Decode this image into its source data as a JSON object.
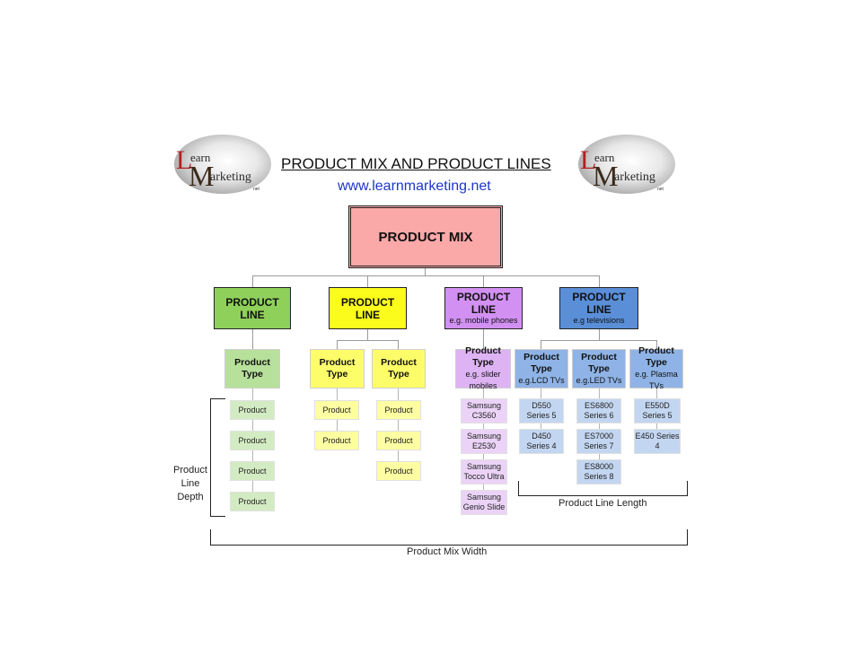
{
  "header": {
    "title": "PRODUCT MIX AND PRODUCT LINES",
    "website": "www.learnmarketing.net",
    "logo_text": {
      "l": "L",
      "m": "M",
      "learn": "earn",
      "marketing": "arketing",
      "ltd": "net"
    }
  },
  "root": {
    "label": "PRODUCT MIX",
    "color": "#fba8a8"
  },
  "product_lines": [
    {
      "label": "PRODUCT LINE",
      "sub": "",
      "color": "#8fd05a"
    },
    {
      "label": "PRODUCT LINE",
      "sub": "",
      "color": "#fbfb1c"
    },
    {
      "label": "PRODUCT LINE",
      "sub": "e.g. mobile phones",
      "color": "#d291f2"
    },
    {
      "label": "PRODUCT LINE",
      "sub": "e.g televisions",
      "color": "#5a8fd8"
    }
  ],
  "product_types": [
    {
      "label": "Product Type",
      "sub": "",
      "line": 0,
      "color": "#b7e09a"
    },
    {
      "label": "Product Type",
      "sub": "",
      "line": 1,
      "color": "#fdfd6a"
    },
    {
      "label": "Product Type",
      "sub": "",
      "line": 1,
      "color": "#fdfd6a"
    },
    {
      "label": "Product Type",
      "sub": "e.g. slider mobiles",
      "line": 2,
      "color": "#ddb3f3"
    },
    {
      "label": "Product Type",
      "sub": "e.g.LCD TVs",
      "line": 3,
      "color": "#8fb3e6"
    },
    {
      "label": "Product Type",
      "sub": "e.g.LED TVs",
      "line": 3,
      "color": "#8fb3e6"
    },
    {
      "label": "Product Type",
      "sub": "e.g. Plasma TVs",
      "line": 3,
      "color": "#8fb3e6"
    }
  ],
  "products": [
    [
      "Product",
      "Product",
      "Product",
      "Product"
    ],
    [
      "Product",
      "Product"
    ],
    [
      "Product",
      "Product",
      "Product"
    ],
    [
      "Samsung C3560",
      "Samsung E2530",
      "Samsung Tocco Ultra",
      "Samsung Genio Slide"
    ],
    [
      "D550 Series 5",
      "D450 Series 4"
    ],
    [
      "ES6800 Series 6",
      "ES7000 Series 7",
      "ES8000 Series 8"
    ],
    [
      "E550D Series 5",
      "E450 Series 4"
    ]
  ],
  "product_colors": [
    "#d3ebc2",
    "#fdfda2",
    "#fdfda2",
    "#ebd3f7",
    "#c3d6f1",
    "#c3d6f1",
    "#c3d6f1"
  ],
  "annotations": {
    "depth": "Product Line Depth",
    "length": "Product Line Length",
    "width": "Product Mix Width"
  }
}
